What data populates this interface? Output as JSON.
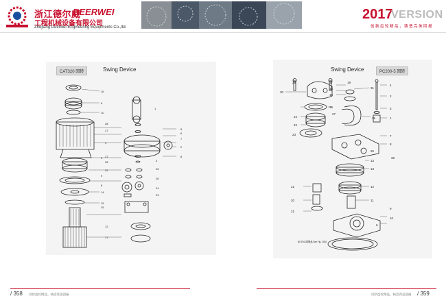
{
  "header": {
    "brand_cn": "浙江德尔威",
    "brand_en": "DEERWEI",
    "company_cn": "工程机械设备有限公司",
    "company_en": "Zhejiang Deerwei Engineering Equipments Co.,ltd.",
    "version_year": "2017",
    "version_word": "VERSION",
    "slogan": "创新齿轮精品，铸造完美回报"
  },
  "left_diagram": {
    "model_tag": "CAT320 回转",
    "title": "Swing Device",
    "callouts_right": [
      "16",
      "6",
      "10",
      "1",
      "28",
      "27",
      "3",
      "9",
      "27",
      "28",
      "32",
      "9",
      "8",
      "14",
      "15",
      "25",
      "12",
      "17"
    ],
    "callouts_mid": [
      "5",
      "6",
      "7",
      "2",
      "8",
      "4",
      "25",
      "26",
      "24",
      "23"
    ]
  },
  "right_diagram": {
    "title": "Swing Device",
    "model_tag": "PC200-5 回转",
    "callouts_left": [
      "29",
      "30",
      "17",
      "18",
      "16",
      "26",
      "24",
      "22",
      "23",
      "21",
      "20",
      "21"
    ],
    "callouts_right": [
      "19",
      "31",
      "4",
      "2",
      "3",
      "27",
      "15",
      "1",
      "7",
      "8",
      "25",
      "13",
      "32",
      "13",
      "12",
      "11",
      "9",
      "10",
      "6"
    ],
    "note": "BOT001同等品 See Fig. 2002"
  },
  "footer": {
    "left_page": "358",
    "left_slogan": "创新齿轮精品，铸造完美回报",
    "right_page": "359",
    "right_slogan": "创新齿轮精品，铸造完美回报"
  }
}
